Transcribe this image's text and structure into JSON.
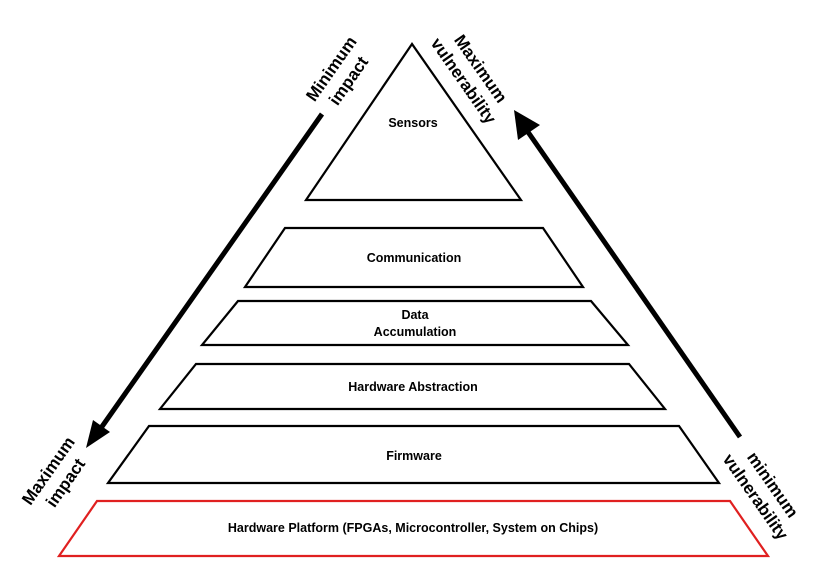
{
  "layers": [
    {
      "id": "sensors",
      "lines": [
        "Sensors"
      ]
    },
    {
      "id": "communication",
      "lines": [
        "Communication"
      ]
    },
    {
      "id": "data-accumulation",
      "lines": [
        "Data",
        "Accumulation"
      ]
    },
    {
      "id": "hardware-abstraction",
      "lines": [
        "Hardware Abstraction"
      ]
    },
    {
      "id": "firmware",
      "lines": [
        "Firmware"
      ]
    },
    {
      "id": "hardware-platform",
      "lines": [
        "Hardware Platform (FPGAs, Microcontroller, System on Chips)"
      ]
    }
  ],
  "axes": {
    "impact_top": [
      "Minimum",
      "impact"
    ],
    "impact_bottom": [
      "Maximum",
      "impact"
    ],
    "vulnerability_top": [
      "Maximum",
      "vulnerability"
    ],
    "vulnerability_bottom": [
      "minimum",
      "vulnerability"
    ]
  },
  "colors": {
    "outline": "#000000",
    "highlight": "#e02020",
    "background": "#ffffff"
  }
}
